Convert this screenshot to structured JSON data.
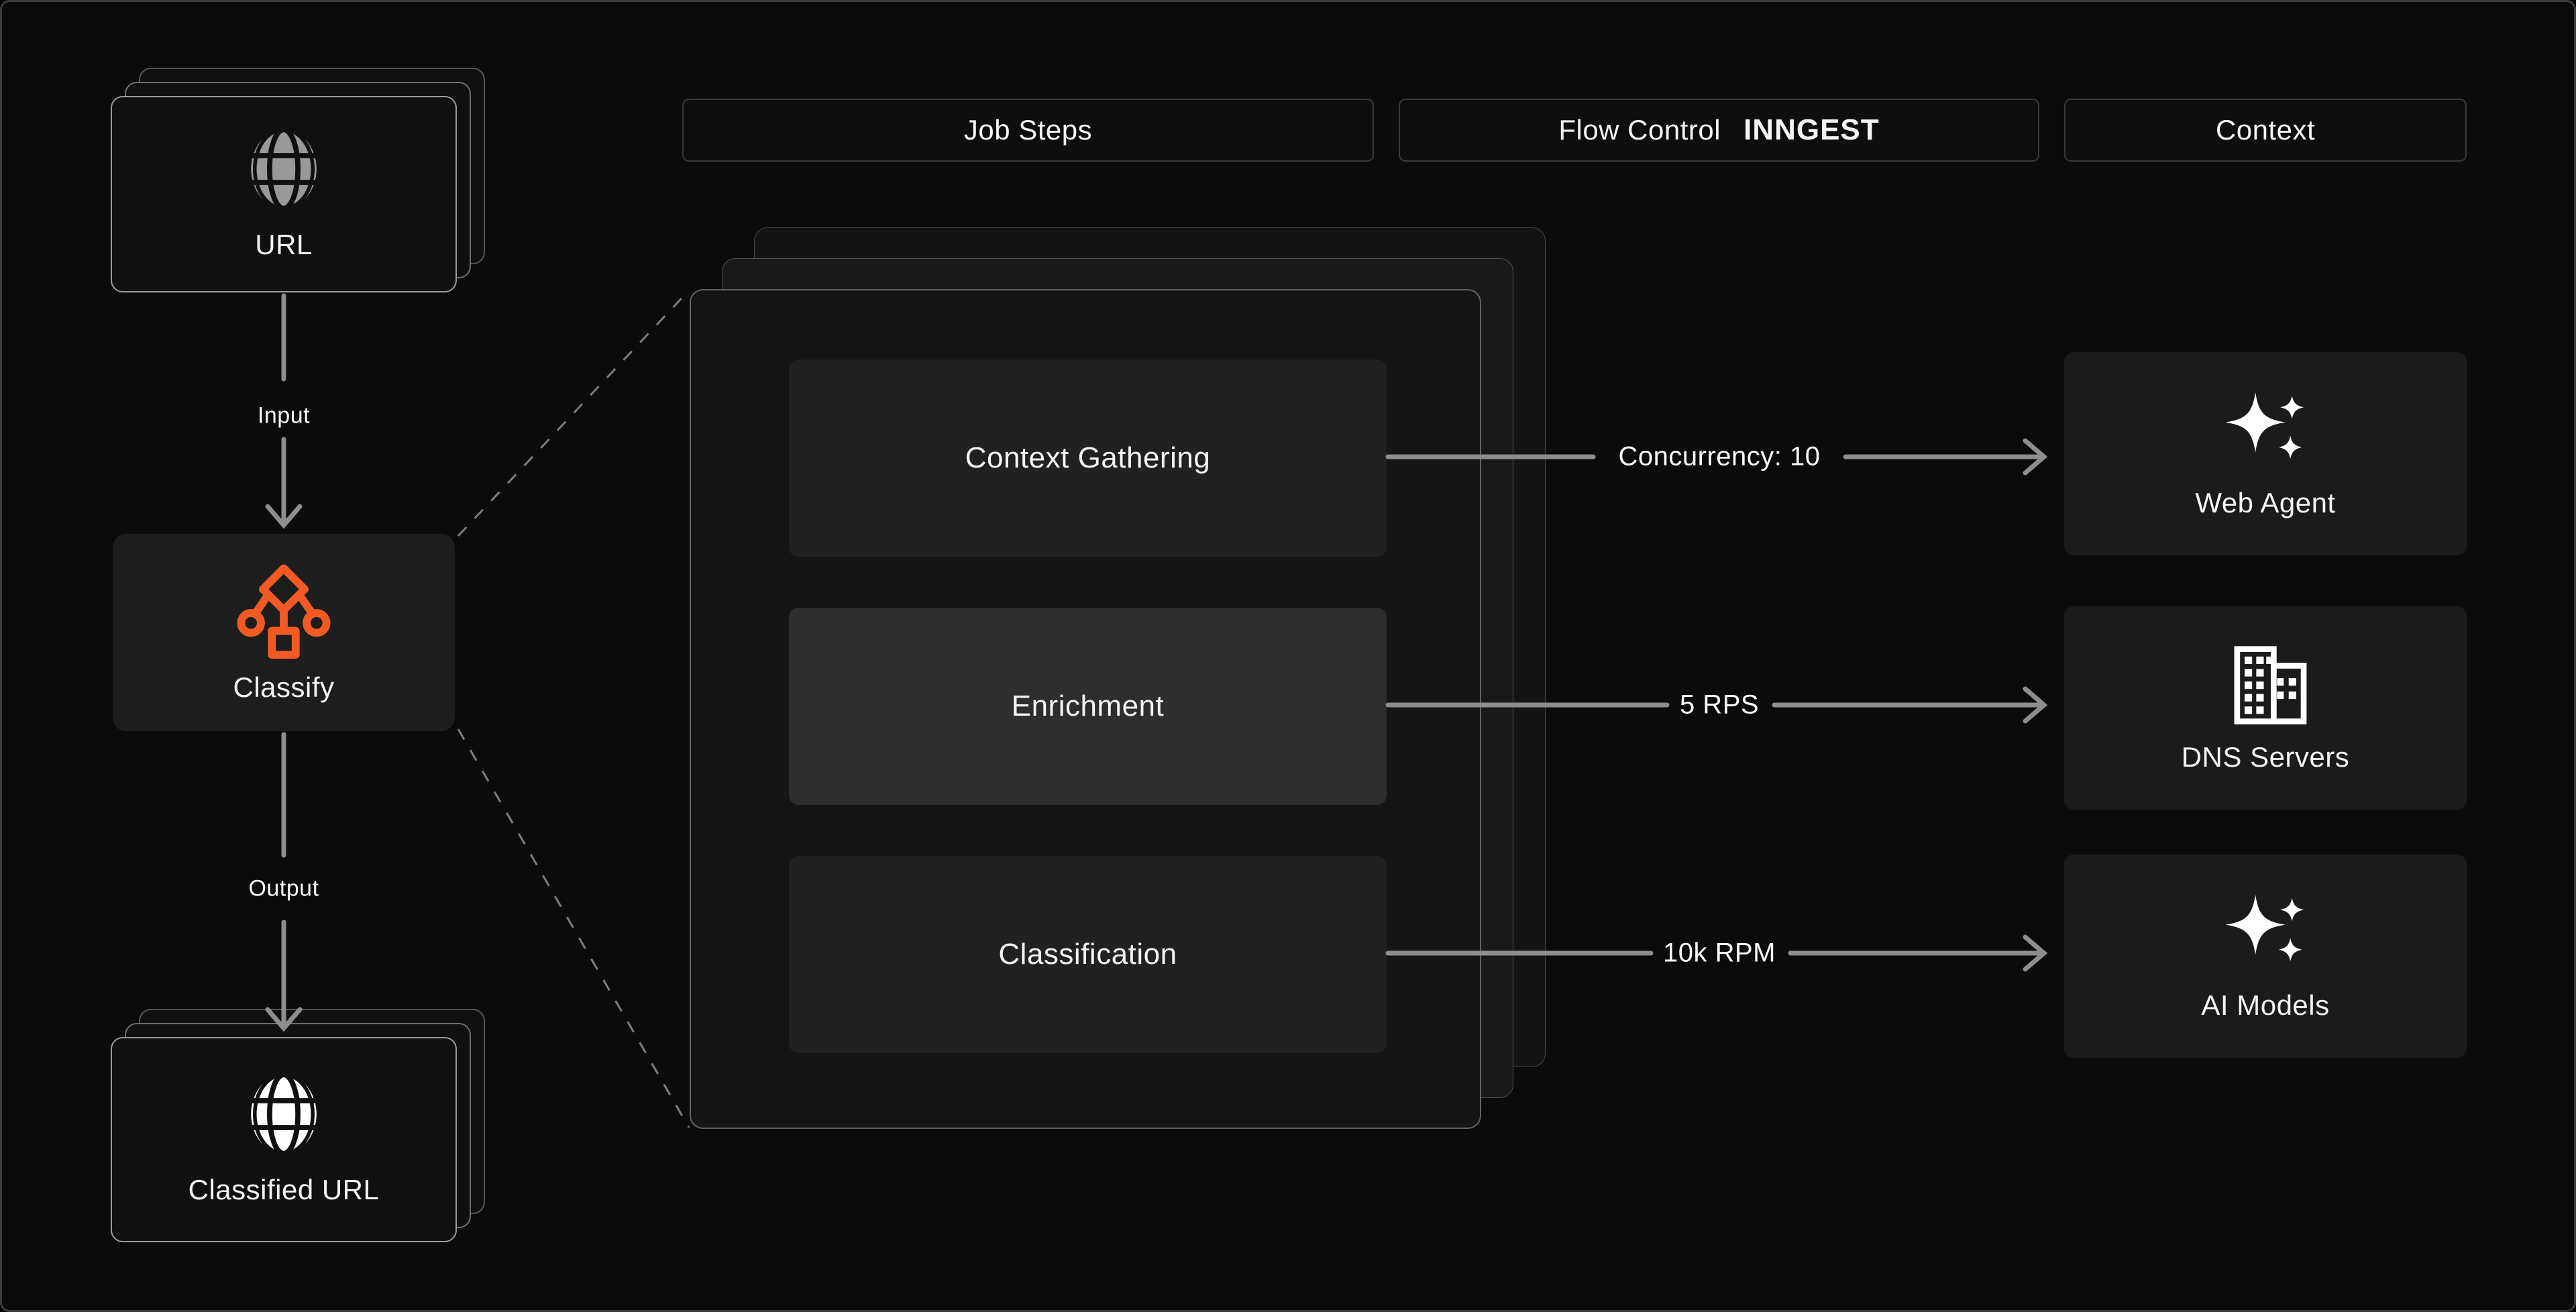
{
  "headers": [
    {
      "label": "Job Steps"
    },
    {
      "label": "Flow Control",
      "logo": "INNGEST"
    },
    {
      "label": "Context"
    }
  ],
  "left_flow": {
    "input_card": {
      "label": "URL",
      "icon": "globe-icon"
    },
    "input_label": "Input",
    "process_card": {
      "label": "Classify",
      "icon": "workflow-icon"
    },
    "output_label": "Output",
    "output_card": {
      "label": "Classified URL",
      "icon": "globe-icon"
    }
  },
  "job_steps": [
    {
      "label": "Context Gathering",
      "highlighted": false
    },
    {
      "label": "Enrichment",
      "highlighted": true
    },
    {
      "label": "Classification",
      "highlighted": false
    }
  ],
  "flow_controls": [
    "Concurrency: 10",
    "5 RPS",
    "10k RPM"
  ],
  "context_cards": [
    {
      "label": "Web Agent",
      "icon": "sparkles-icon"
    },
    {
      "label": "DNS Servers",
      "icon": "buildings-icon"
    },
    {
      "label": "AI Models",
      "icon": "sparkles-icon"
    }
  ],
  "colors": {
    "accent_orange": "#f25a24",
    "arrow_gray": "#8e8e8e",
    "globe_gray": "#999999",
    "background": "#0b0b0b",
    "highlight_box": "#2e2e2e"
  }
}
